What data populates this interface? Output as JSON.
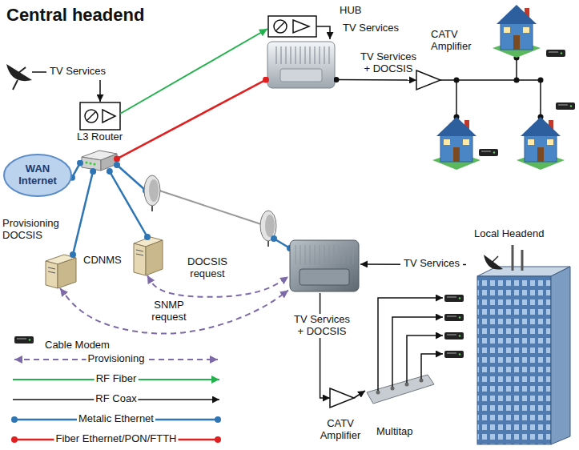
{
  "diagram": {
    "title": "Central headend",
    "nodes": [
      {
        "text": [
          "HUB"
        ]
      },
      {
        "text": [
          "CATV Amplifier"
        ]
      },
      {
        "text": [
          "WAN Internet"
        ]
      },
      {
        "text": [
          "L3 Router"
        ]
      },
      {
        "text": [
          "Provisioning DOCSIS"
        ]
      },
      {
        "text": [
          "CDNMS"
        ]
      },
      {
        "text": [
          "TV Services + DOCSIS"
        ]
      },
      {
        "text": [
          "Local Headend"
        ]
      },
      {
        "text": [
          "CATV Amplifier"
        ]
      },
      {
        "text": [
          "Multitap"
        ]
      }
    ],
    "edges": [
      {
        "from": 3,
        "to": 2,
        "arrow": "none"
      },
      {
        "from": 3,
        "to": 4,
        "arrow": "none"
      },
      {
        "from": 3,
        "to": 5,
        "arrow": "none"
      },
      {
        "from": 3,
        "to": 0,
        "arrow": "none"
      },
      {
        "from": 0,
        "to": 1,
        "label": "TV Services + DOCSIS",
        "arrow": "to"
      },
      {
        "from": 5,
        "to": 6,
        "label": "DOCSIS request",
        "arrow": "both"
      },
      {
        "from": 4,
        "to": 6,
        "label": "SNMP request",
        "arrow": "both"
      },
      {
        "from": 7,
        "to": 6,
        "label": "TV Services",
        "arrow": "to"
      },
      {
        "from": 6,
        "to": 8,
        "arrow": "to"
      },
      {
        "from": 8,
        "to": 9,
        "arrow": "to"
      }
    ],
    "labels": [
      "TV Services",
      "TV Services"
    ],
    "legend": [
      {
        "text": "Cable Modem"
      },
      {
        "text": "Provisioning"
      },
      {
        "text": "RF Fiber"
      },
      {
        "text": "RF Coax"
      },
      {
        "text": "Metalic Ethernet"
      },
      {
        "text": "Fiber Ethernet/PON/FTTH"
      }
    ]
  }
}
